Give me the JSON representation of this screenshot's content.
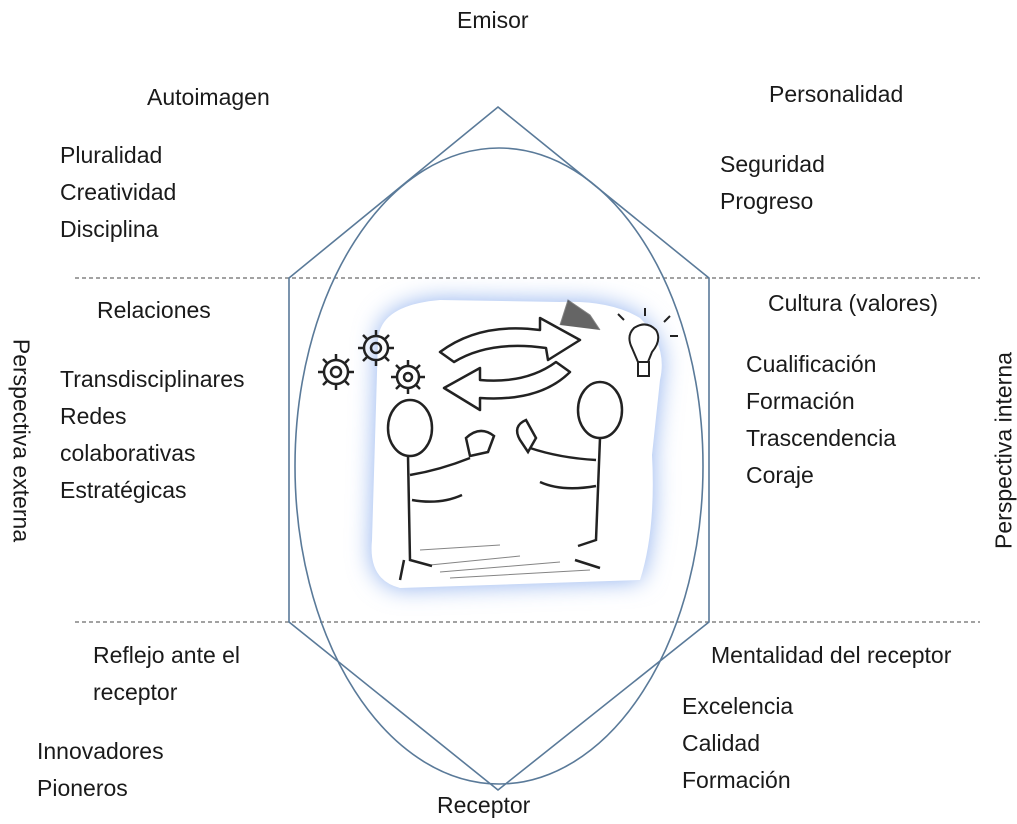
{
  "emisor": "Emisor",
  "receptor": "Receptor",
  "top_left": {
    "heading": "Autoimagen",
    "items": [
      "Pluralidad",
      "Creatividad",
      "Disciplina"
    ]
  },
  "top_right": {
    "heading": "Personalidad",
    "items": [
      "Seguridad",
      "Progreso"
    ]
  },
  "mid_left": {
    "heading": "Relaciones",
    "items": [
      "Transdisciplinares",
      "Redes",
      "colaborativas",
      "Estratégicas"
    ]
  },
  "mid_right": {
    "heading": "Cultura (valores)",
    "items": [
      "Cualificación",
      "Formación",
      "Trascendencia",
      "Coraje"
    ]
  },
  "bottom_left": {
    "heading": [
      "Reflejo ante el",
      "receptor"
    ],
    "items": [
      "Innovadores",
      "Pioneros"
    ]
  },
  "bottom_right": {
    "heading": "Mentalidad del receptor",
    "items": [
      "Excelencia",
      "Calidad",
      "Formación"
    ]
  },
  "left_axis": "Perspectiva externa",
  "right_axis": "Perspectiva interna",
  "colors": {
    "outline": "#5a7a99",
    "glow": "#8fb0ee",
    "text": "#1a1a1a",
    "dash": "#6b6b6b"
  },
  "illustration": "sketch-people-handshake-gears-lightbulb"
}
